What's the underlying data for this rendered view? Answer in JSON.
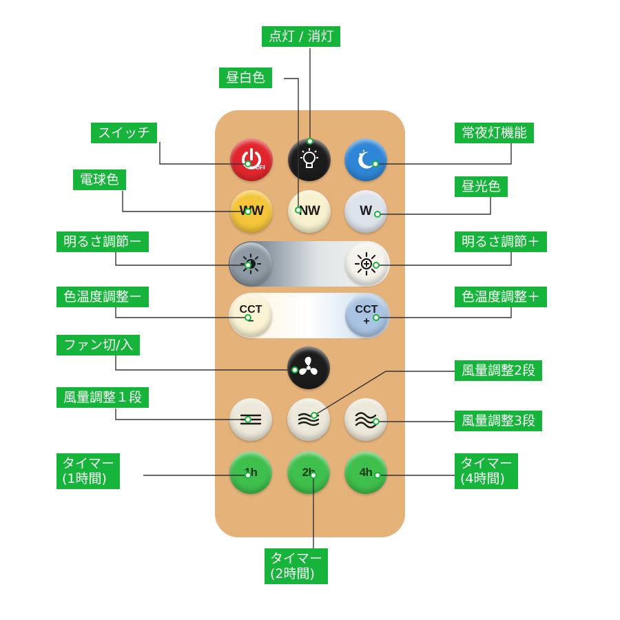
{
  "labels": {
    "power_toggle": "点灯 / 消灯",
    "neutral_white": "昼白色",
    "switch": "スイッチ",
    "night_light": "常夜灯機能",
    "warm_white": "電球色",
    "daylight": "昼光色",
    "brightness_down": "明るさ調節ー",
    "brightness_up": "明るさ調節＋",
    "color_temp_down": "色温度調整ー",
    "color_temp_up": "色温度調整＋",
    "fan_toggle": "ファン切/入",
    "fan_speed_2": "風量調整2段",
    "fan_speed_1": "風量調整１段",
    "fan_speed_3": "風量調整3段",
    "timer_1h_line1": "タイマー",
    "timer_1h_line2": "(1時間)",
    "timer_4h_line1": "タイマー",
    "timer_4h_line2": "(4時間)",
    "timer_2h_line1": "タイマー",
    "timer_2h_line2": "(2時間)"
  },
  "buttons": {
    "off_text": "OFF",
    "warm_white": "WW",
    "neutral_white": "NW",
    "daylight": "W",
    "cct_down_top": "CCT",
    "cct_down_sign": "−",
    "cct_up_top": "CCT",
    "cct_up_sign": "+",
    "timer_1h": "1h",
    "timer_2h": "2h",
    "timer_4h": "4h"
  },
  "colors": {
    "label_bg": "#16b43a",
    "remote_body": "#e5b27a",
    "switch_button": "#e0262c",
    "bulb_button": "#1c1c1c",
    "night_button": "#2f86d6",
    "warm_button": "#f4c53a",
    "neutral_button": "#f7f1cf",
    "daylight_button": "#dde3ea",
    "timer_button": "#3fbf4c"
  }
}
